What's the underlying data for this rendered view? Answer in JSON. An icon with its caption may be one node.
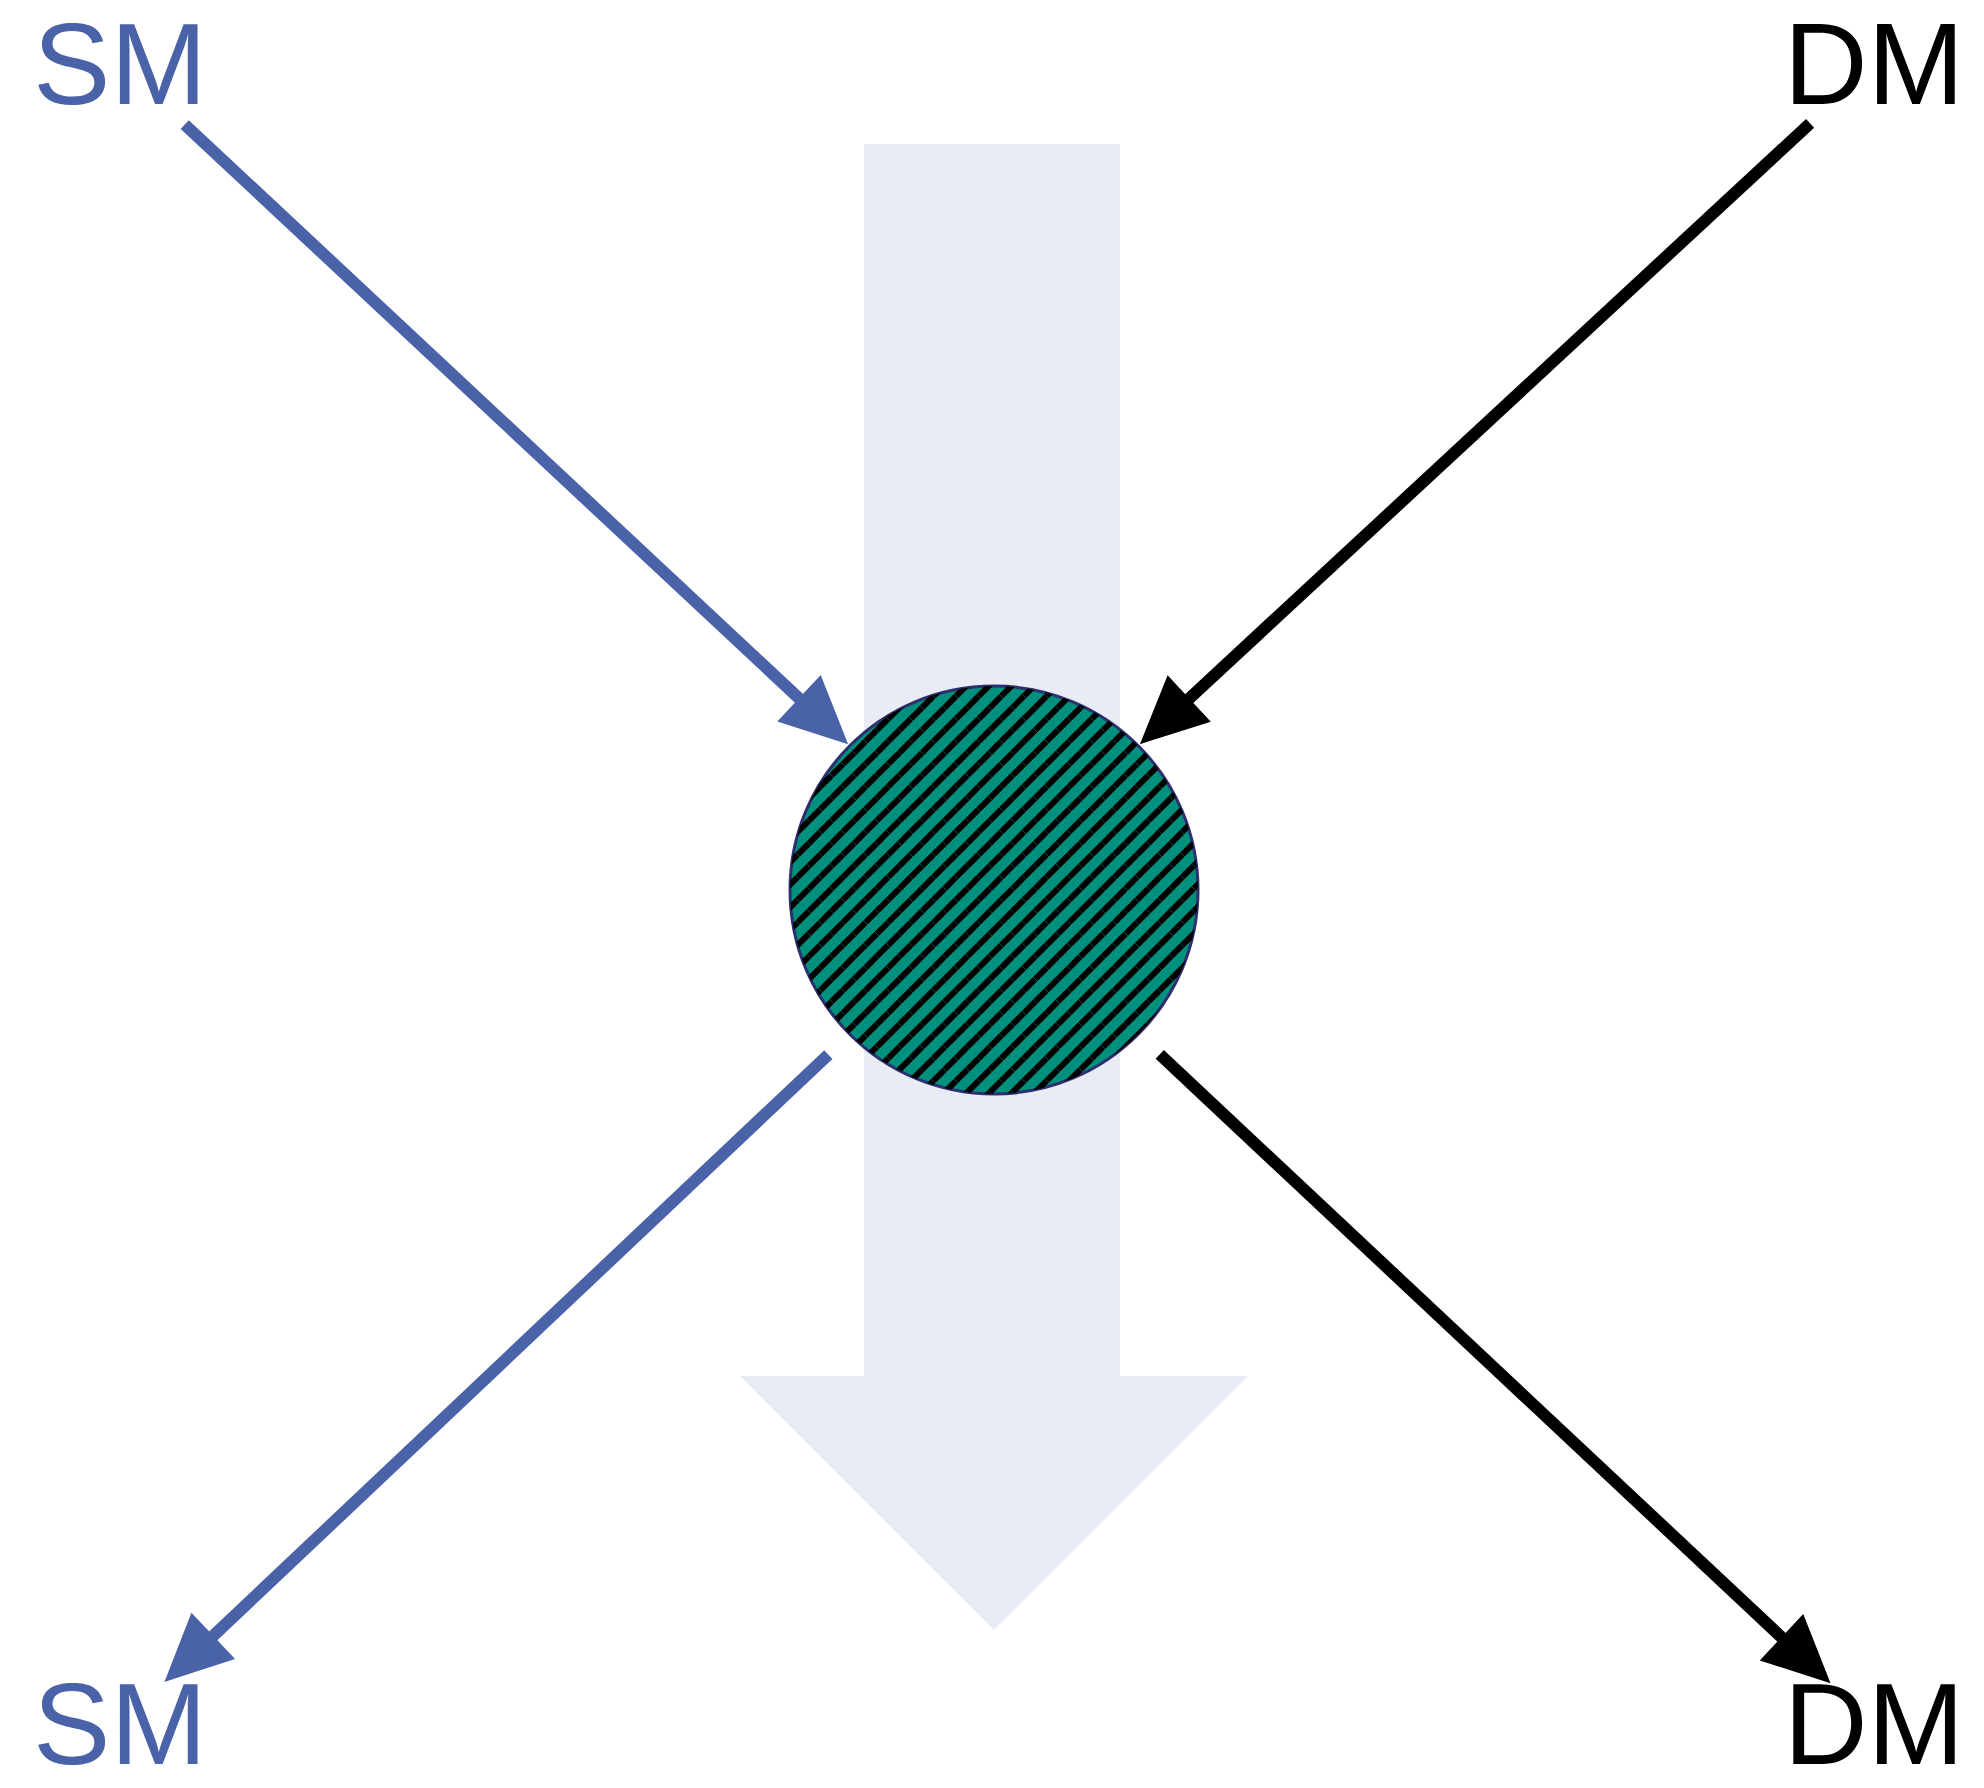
{
  "diagram": {
    "nodes": [
      {
        "text": [
          "SM"
        ]
      },
      {
        "text": [
          "DM"
        ]
      },
      {
        "text": [],
        "shape": "circle"
      },
      {
        "text": [
          "SM"
        ]
      },
      {
        "text": [
          "DM"
        ]
      }
    ],
    "edges": [
      {
        "from": 0,
        "to": 2,
        "arrow": "to",
        "color": "#4a62a8"
      },
      {
        "from": 1,
        "to": 2,
        "arrow": "to",
        "color": "#000000"
      },
      {
        "from": 2,
        "to": 3,
        "arrow": "to",
        "color": "#4a62a8"
      },
      {
        "from": 2,
        "to": 4,
        "arrow": "to",
        "color": "#000000"
      }
    ]
  }
}
